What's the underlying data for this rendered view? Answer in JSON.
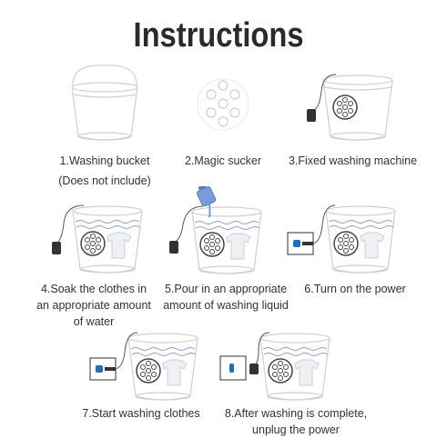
{
  "title": "Instructions",
  "steps": [
    {
      "line1": "1.Washing bucket",
      "line2": "(Does not include)"
    },
    {
      "line1": "2.Magic sucker"
    },
    {
      "line1": "3.Fixed washing machine"
    },
    {
      "line1": "4.Soak the clothes in",
      "line2": "an appropriate amount",
      "line3": "of water"
    },
    {
      "line1": "5.Pour in an appropriate",
      "line2": "amount of washing liquid"
    },
    {
      "line1": "6.Turn on the power"
    },
    {
      "line1": "7.Start washing clothes"
    },
    {
      "line1": "8.After washing is complete,",
      "line2": "unplug the power"
    }
  ],
  "colors": {
    "outline": "#c8c8c8",
    "water": "#8aa0c8",
    "power_led": "#1a6fc4",
    "detergent": "#7a9cd8"
  }
}
